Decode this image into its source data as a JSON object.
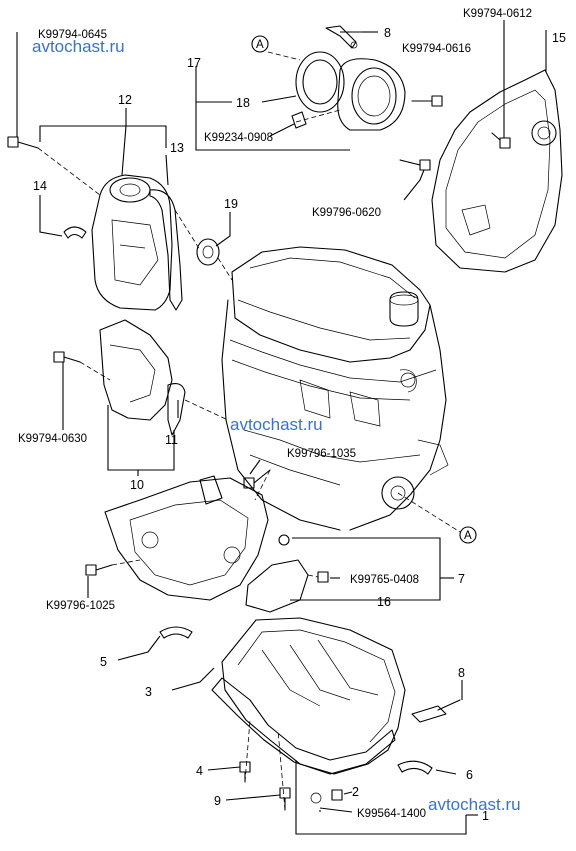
{
  "watermark": "avtochast.ru",
  "marker": "A",
  "callouts": {
    "c1": "1",
    "c2": "2",
    "c3": "3",
    "c4": "4",
    "c5": "5",
    "c6": "6",
    "c7": "7",
    "c8a": "8",
    "c8b": "8",
    "c9": "9",
    "c10": "10",
    "c11": "11",
    "c12": "12",
    "c13": "13",
    "c14": "14",
    "c15": "15",
    "c16": "16",
    "c17": "17",
    "c18": "18",
    "c19": "19"
  },
  "part_numbers": {
    "p0645": "K99794-0645",
    "p0612": "K99794-0612",
    "p0616": "K99794-0616",
    "p0908": "K99234-0908",
    "p0620": "K99796-0620",
    "p0630": "K99794-0630",
    "p1035": "K99796-1035",
    "p0408": "K99765-0408",
    "p1025": "K99796-1025",
    "p1400": "K99564-1400"
  }
}
